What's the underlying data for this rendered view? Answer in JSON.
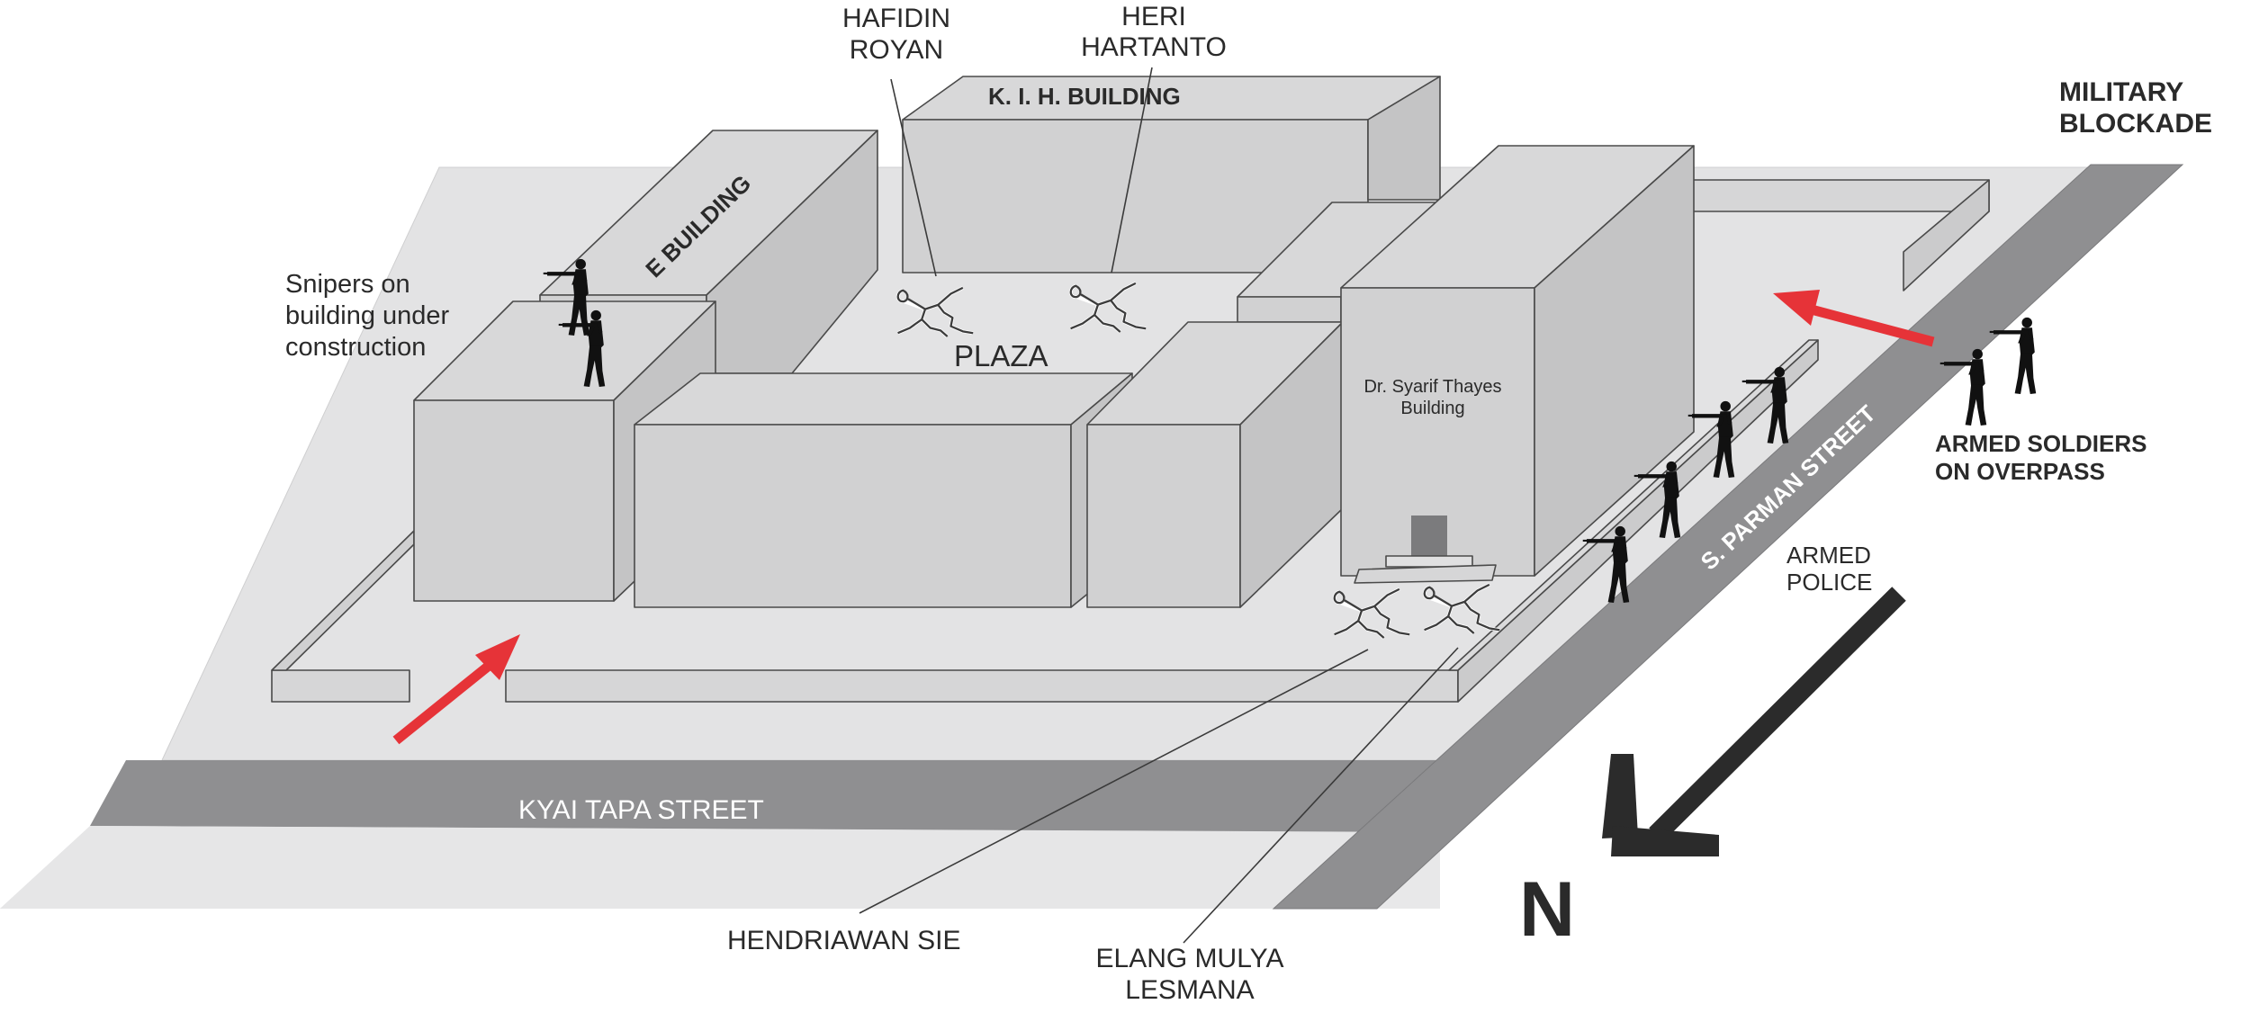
{
  "labels": {
    "building_e": "E BUILDING",
    "building_kih": "K. I. H. BUILDING",
    "building_syarif_line1": "Dr. Syarif Thayes",
    "building_syarif_line2": "Building",
    "plaza": "PLAZA",
    "snipers_line1": "Snipers on",
    "snipers_line2": "building under",
    "snipers_line3": "construction",
    "victim_hafidin_line1": "HAFIDIN",
    "victim_hafidin_line2": "ROYAN",
    "victim_heri_line1": "HERI",
    "victim_heri_line2": "HARTANTO",
    "victim_hendriawan": "HENDRIAWAN SIE",
    "victim_elang_line1": "ELANG MULYA",
    "victim_elang_line2": "LESMANA",
    "military_line1": "MILITARY",
    "military_line2": "BLOCKADE",
    "soldiers_line1": "ARMED SOLDIERS",
    "soldiers_line2": "ON OVERPASS",
    "police_line1": "ARMED",
    "police_line2": "POLICE",
    "street_kyai": "KYAI TAPA STREET",
    "street_parman": "S. PARMAN STREET",
    "north": "N"
  },
  "colors": {
    "ground": "#e8e8e9",
    "campus": "#e3e3e4",
    "road": "#8f8f91",
    "building_top": "#d8d8d9",
    "building_front": "#d1d1d2",
    "building_side": "#c4c4c5",
    "arrow_red": "#e63338",
    "north_arrow": "#2b2b2b",
    "figure": "#111111"
  },
  "icons": {
    "sniper": "sniper-figure-icon",
    "victim": "victim-outline-icon",
    "movement": "red-arrow-icon",
    "north": "north-arrow-icon"
  }
}
